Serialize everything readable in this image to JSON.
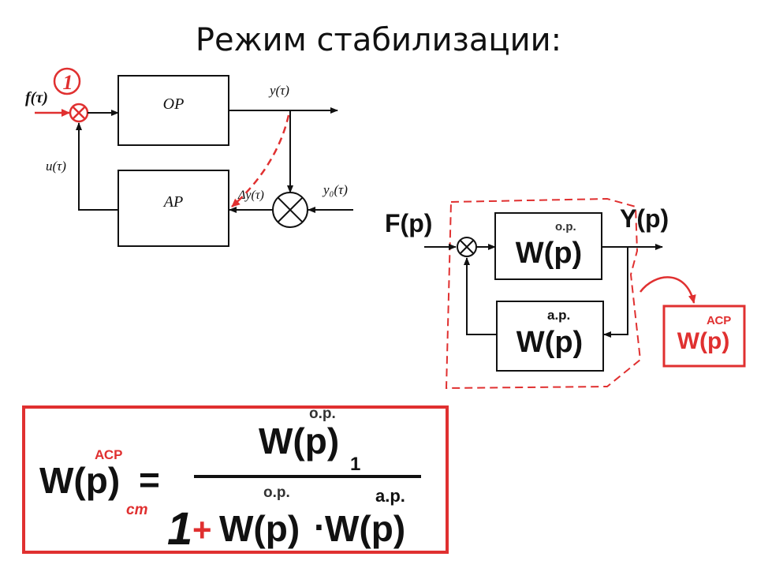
{
  "title": "Режим стабилизации:",
  "left_diagram": {
    "input_label": "f(τ)",
    "sensor_mark": "1",
    "plant_label": "ОР",
    "output_label": "y(τ)",
    "control_label": "u(τ)",
    "regulator_label": "АР",
    "error_label": "Δy(τ)",
    "setpoint_label": "y₀(τ)"
  },
  "right_diagram": {
    "input_label": "F(p)",
    "output_label": "Y(p)",
    "plant_tf": "W(p)",
    "plant_tf_sup": "о.р.",
    "regulator_tf": "W(p)",
    "regulator_tf_sup": "а.р.",
    "acs_tf": "W(p)",
    "acs_tf_sup": "АСР"
  },
  "formula": {
    "lhs": "W(p)",
    "lhs_sup": "АСР",
    "lhs_sub": "ст",
    "equals": "=",
    "numerator": "W(p)",
    "numerator_sup": "о.р.",
    "numerator_sub": "1",
    "one": "1",
    "plus": "+",
    "den_w1": "W(p)",
    "den_w1_sup": "о.р.",
    "dot": "·",
    "den_w2": "W(p)",
    "den_w2_sup": "а.р."
  },
  "colors": {
    "accent_red": "#e03030",
    "line": "#111111"
  }
}
